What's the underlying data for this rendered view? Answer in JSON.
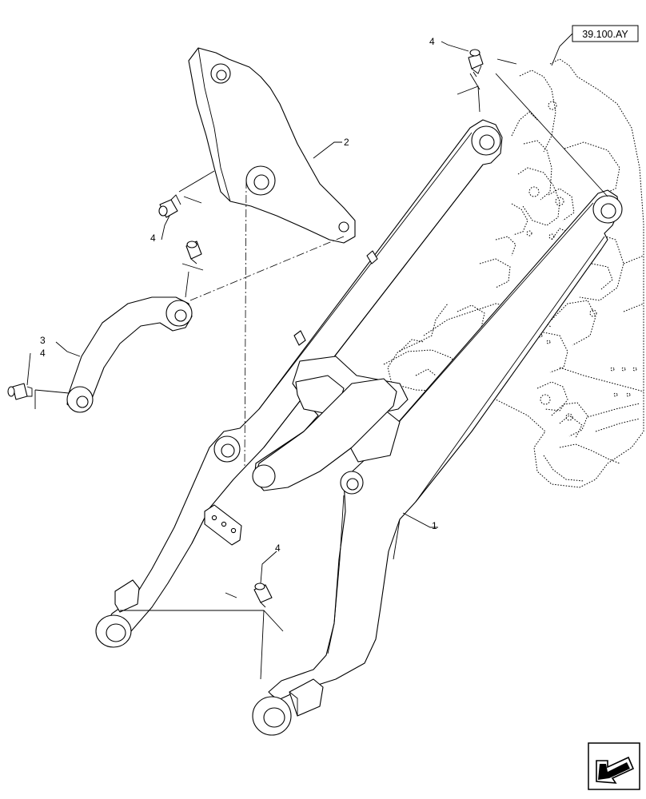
{
  "reference": {
    "label": "39.100.AY"
  },
  "callouts": [
    {
      "id": "loader-arm",
      "label": "1"
    },
    {
      "id": "lever-plate",
      "label": "2"
    },
    {
      "id": "link",
      "label": "3"
    },
    {
      "id": "fitting-link",
      "label": "4"
    },
    {
      "id": "fitting-plate",
      "label": "4"
    },
    {
      "id": "fitting-top",
      "label": "4"
    },
    {
      "id": "fitting-bottom",
      "label": "4"
    }
  ],
  "nav_icon": {
    "name": "next-page-arrow-icon"
  }
}
